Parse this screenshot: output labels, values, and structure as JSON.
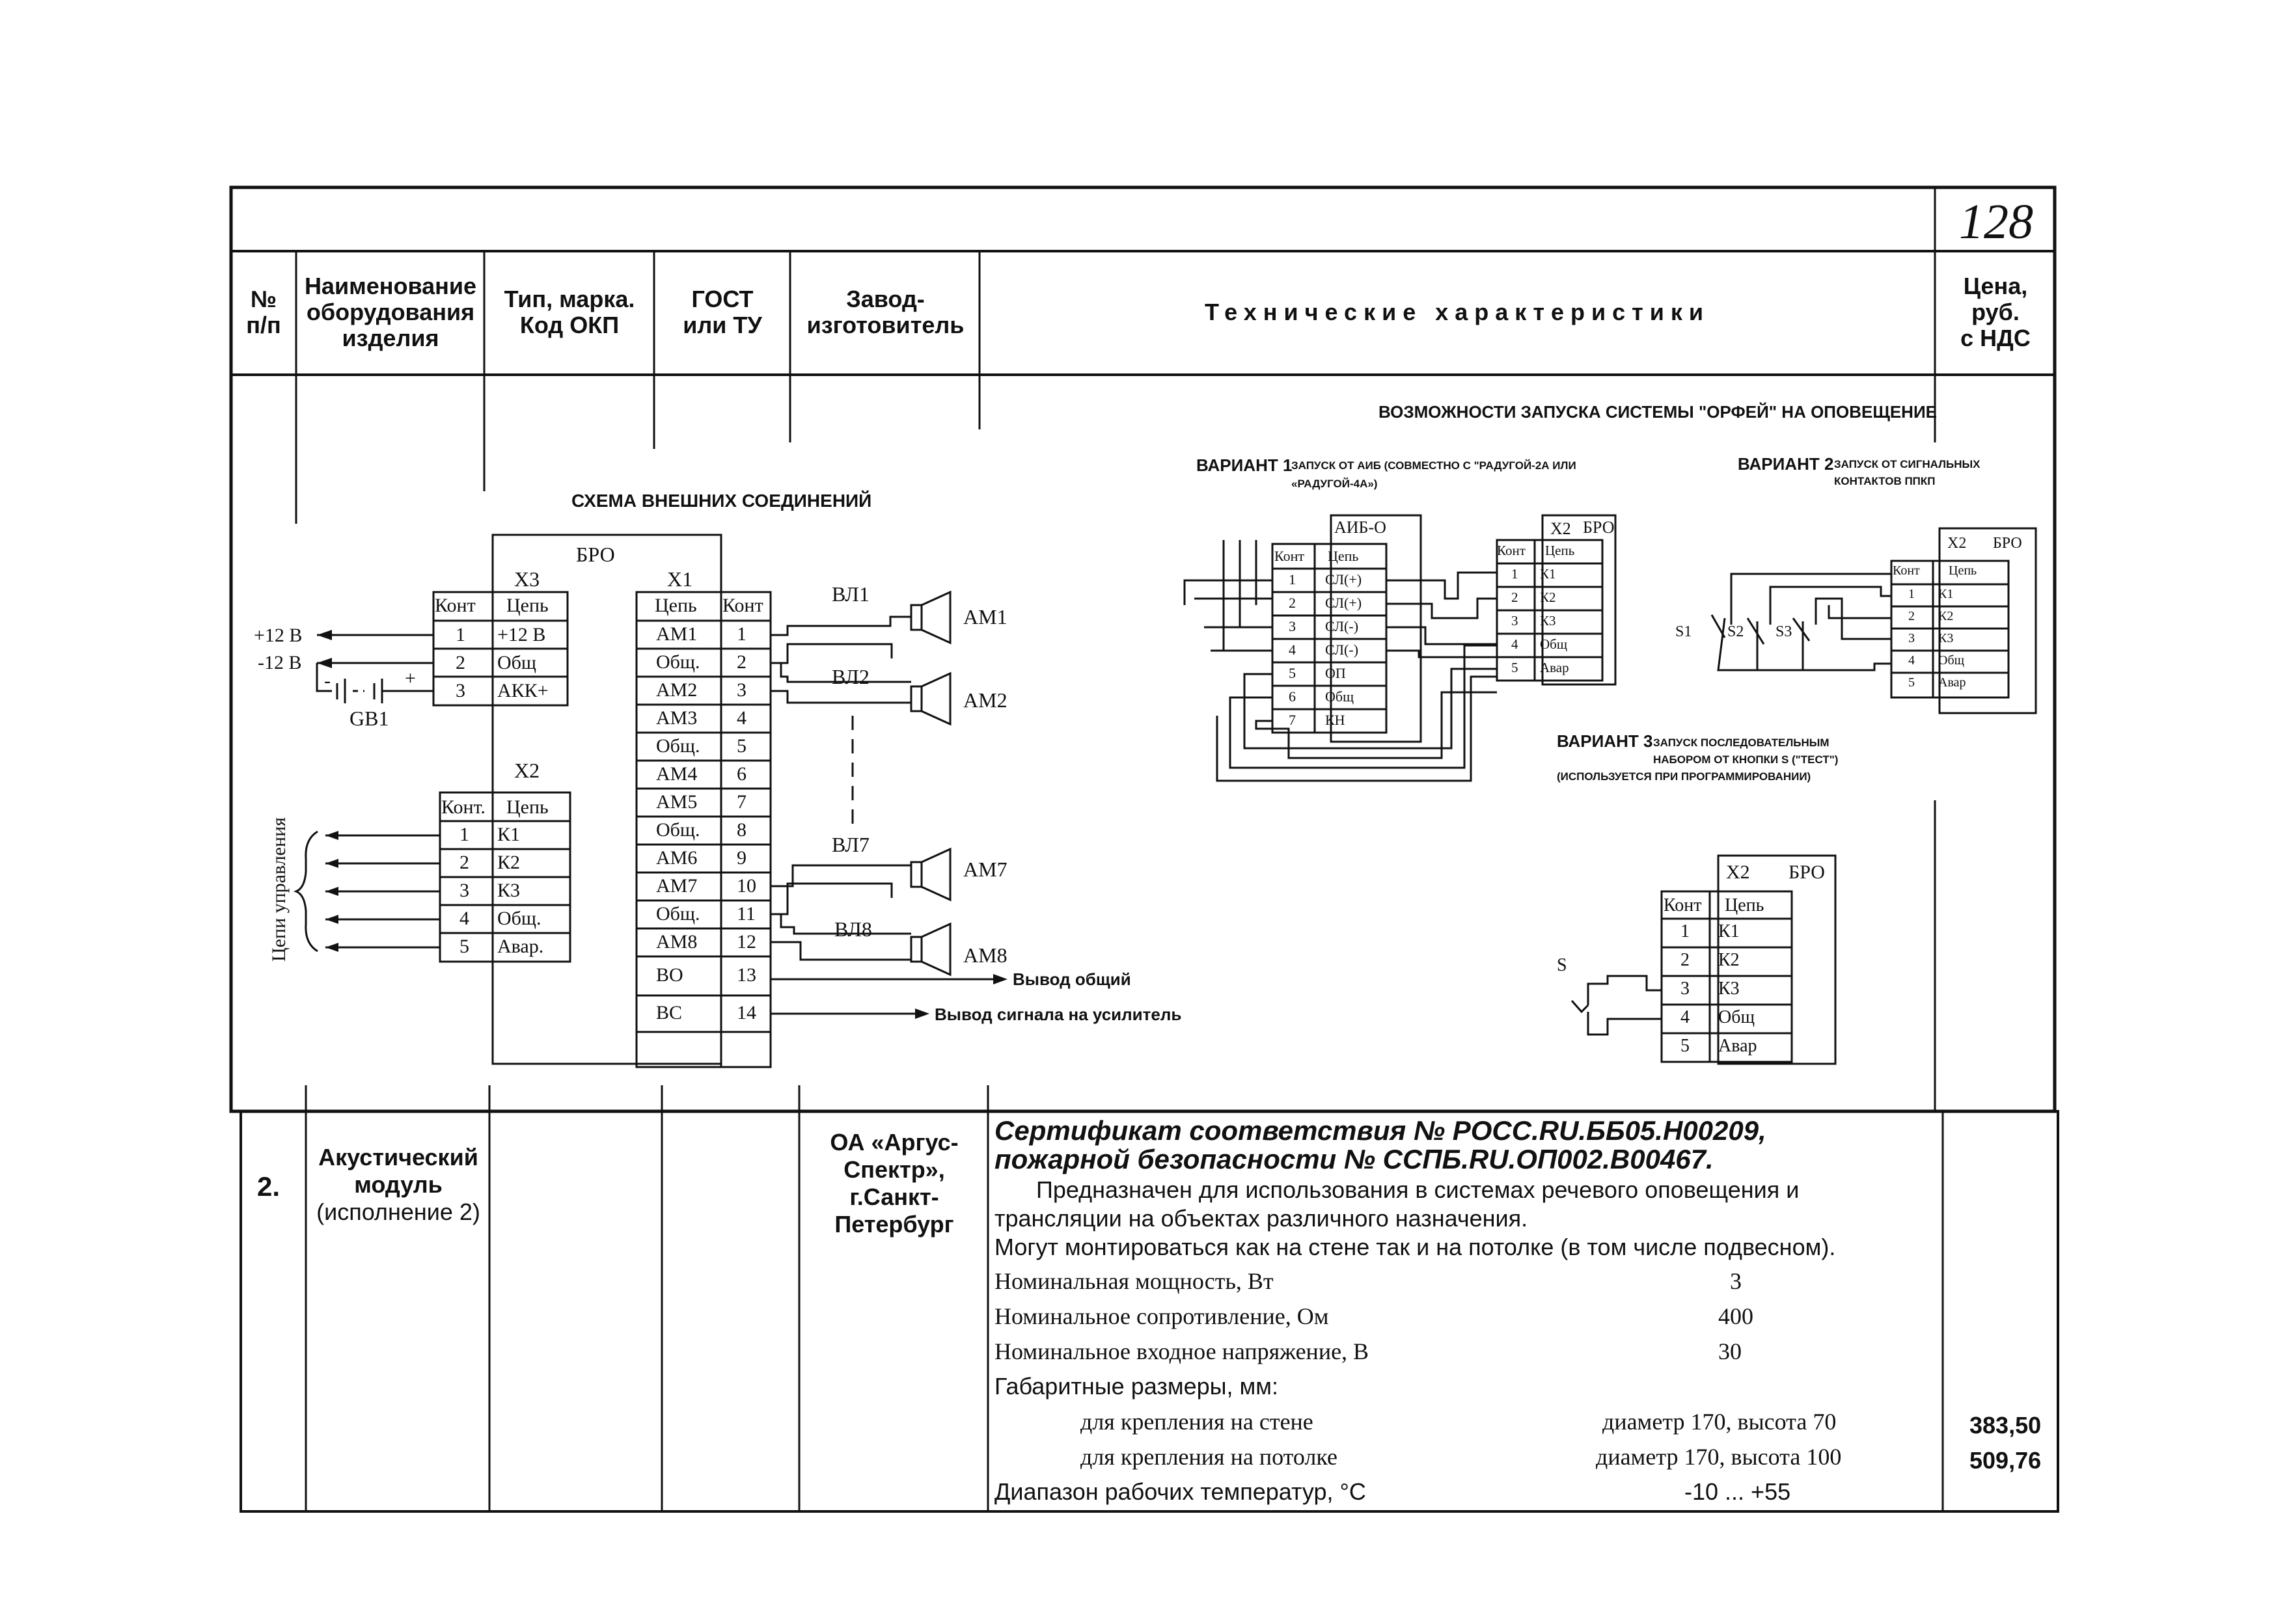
{
  "page_number": "128",
  "header": {
    "col_num": "№\nп/п",
    "col_name": "Наименование\nоборудования\nизделия",
    "col_type": "Тип, марка.\nКод ОКП",
    "col_gost": "ГОСТ\nили ТУ",
    "col_maker": "Завод-\nизготовитель",
    "col_tech": "Технические характеристики",
    "col_price": "Цена,\nруб.\nс НДС"
  },
  "diagram_left": {
    "title": "СХЕМА ВНЕШНИХ СОЕДИНЕНИЙ",
    "bro": "БРО",
    "x3": "X3",
    "x1": "X1",
    "x2": "X2",
    "kont": "Конт",
    "kont_dot": "Конт.",
    "cep": "Цепь",
    "x3_rows": [
      {
        "n": "1",
        "c": "+12 В"
      },
      {
        "n": "2",
        "c": "Общ"
      },
      {
        "n": "3",
        "c": "АКК+"
      }
    ],
    "plus12": "+12 В",
    "minus12": "-12 В",
    "gb1": "GB1",
    "minus_sign": "-",
    "plus_sign": "+",
    "x2_rows": [
      {
        "n": "1",
        "c": "К1"
      },
      {
        "n": "2",
        "c": "К2"
      },
      {
        "n": "3",
        "c": "К3"
      },
      {
        "n": "4",
        "c": "Общ."
      },
      {
        "n": "5",
        "c": "Авар."
      }
    ],
    "control_label": "Цепи управления",
    "x1_rows": [
      {
        "c": "АМ1",
        "n": "1"
      },
      {
        "c": "Общ.",
        "n": "2"
      },
      {
        "c": "АМ2",
        "n": "3"
      },
      {
        "c": "АМ3",
        "n": "4"
      },
      {
        "c": "Общ.",
        "n": "5"
      },
      {
        "c": "АМ4",
        "n": "6"
      },
      {
        "c": "АМ5",
        "n": "7"
      },
      {
        "c": "Общ.",
        "n": "8"
      },
      {
        "c": "АМ6",
        "n": "9"
      },
      {
        "c": "АМ7",
        "n": "10"
      },
      {
        "c": "Общ.",
        "n": "11"
      },
      {
        "c": "АМ8",
        "n": "12"
      },
      {
        "c": "ВО",
        "n": "13"
      },
      {
        "c": "ВС",
        "n": "14"
      }
    ],
    "vl1": "ВЛ1",
    "vl2": "ВЛ2",
    "vl7": "ВЛ7",
    "vl8": "ВЛ8",
    "am1": "АМ1",
    "am2": "АМ2",
    "am7": "АМ7",
    "am8": "АМ8",
    "out_common": "Вывод общий",
    "out_signal": "Вывод сигнала на усилитель"
  },
  "diagram_right": {
    "title": "ВОЗМОЖНОСТИ ЗАПУСКА СИСТЕМЫ \"ОРФЕЙ\" НА ОПОВЕЩЕНИЕ",
    "v1_title": "ВАРИАНТ 1",
    "v1_desc1": "ЗАПУСК ОТ АИБ (СОВМЕСТНО С \"РАДУГОЙ-2А ИЛИ",
    "v1_desc2": "«РАДУГОЙ-4А»)",
    "v2_title": "ВАРИАНТ 2",
    "v2_desc1": "ЗАПУСК ОТ СИГНАЛЬНЫХ",
    "v2_desc2": "КОНТАКТОВ ППКП",
    "v3_title": "ВАРИАНТ 3",
    "v3_desc1": "ЗАПУСК ПОСЛЕДОВАТЕЛЬНЫМ",
    "v3_desc2": "НАБОРОМ ОТ КНОПКИ  S  (\"ТЕСТ\")",
    "v3_desc3": "(ИСПОЛЬЗУЕТСЯ ПРИ ПРОГРАММИРОВАНИИ)",
    "aib": "АИБ-О",
    "aib_rows": [
      {
        "n": "1",
        "c": "СЛ(+)"
      },
      {
        "n": "2",
        "c": "СЛ(+)"
      },
      {
        "n": "3",
        "c": "СЛ(-)"
      },
      {
        "n": "4",
        "c": "СЛ(-)"
      },
      {
        "n": "5",
        "c": "ОП"
      },
      {
        "n": "6",
        "c": "Общ"
      },
      {
        "n": "7",
        "c": "КН"
      }
    ],
    "x2": "X2",
    "bro": "БРО",
    "kont": "Конт",
    "cep": "Цепь",
    "x2_rows": [
      {
        "n": "1",
        "c": "К1"
      },
      {
        "n": "2",
        "c": "К2"
      },
      {
        "n": "3",
        "c": "К3"
      },
      {
        "n": "4",
        "c": "Общ"
      },
      {
        "n": "5",
        "c": "Авар"
      }
    ],
    "s1": "S1",
    "s2": "S2",
    "s3": "S3",
    "s": "S"
  },
  "row2": {
    "num": "2.",
    "name_bold": "Акустический\nмодуль",
    "name_normal": "(исполнение 2)",
    "maker": "ОА «Аргус-\nСпектр»,\nг.Санкт-\nПетербург",
    "cert1": "Сертификат соответствия № РОСС.RU.ББ05.Н00209,",
    "cert2": "пожарной безопасности № ССПБ.RU.ОП002.В00467.",
    "desc1": "Предназначен для использования в системах речевого оповещения и",
    "desc2": "трансляции на объектах различного назначения.",
    "desc3": "Могут монтироваться как на стене так и на потолке (в том числе подвесном).",
    "specs": [
      {
        "label": "Номинальная мощность, Вт",
        "value": "3"
      },
      {
        "label": "Номинальное сопротивление, Ом",
        "value": "400"
      },
      {
        "label": "Номинальное входное напряжение, В",
        "value": "30"
      }
    ],
    "dims_label": "Габаритные размеры, мм:",
    "dims": [
      {
        "label": "для крепления на стене",
        "value": "диаметр 170,  высота 70",
        "price": "383,50"
      },
      {
        "label": "для крепления на потолке",
        "value": "диаметр 170,  высота 100",
        "price": "509,76"
      }
    ],
    "temp_label": "Диапазон рабочих температур, °С",
    "temp_value": "-10 ... +55"
  }
}
